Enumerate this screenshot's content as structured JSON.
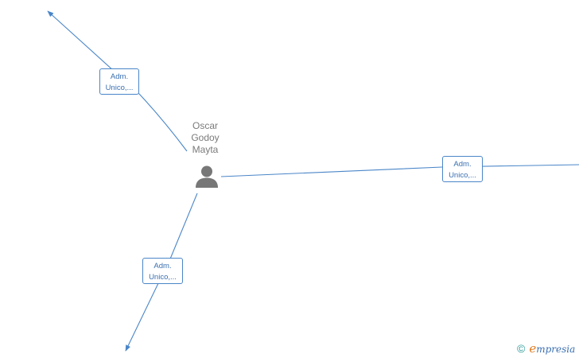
{
  "person": {
    "name_lines": [
      "Oscar",
      "Godoy",
      "Mayta"
    ],
    "icon": "person-silhouette-icon"
  },
  "edges": [
    {
      "label_line1": "Adm.",
      "label_line2": "Unico,..."
    },
    {
      "label_line1": "Adm.",
      "label_line2": "Unico,..."
    },
    {
      "label_line1": "Adm.",
      "label_line2": "Unico,..."
    }
  ],
  "brand": {
    "copyright_symbol": "©",
    "initial": "e",
    "rest": "mpresia"
  },
  "colors": {
    "edge": "#4a86c8",
    "label_text": "#3a6fb0",
    "node_text": "#7a7a7a",
    "icon": "#777777"
  }
}
